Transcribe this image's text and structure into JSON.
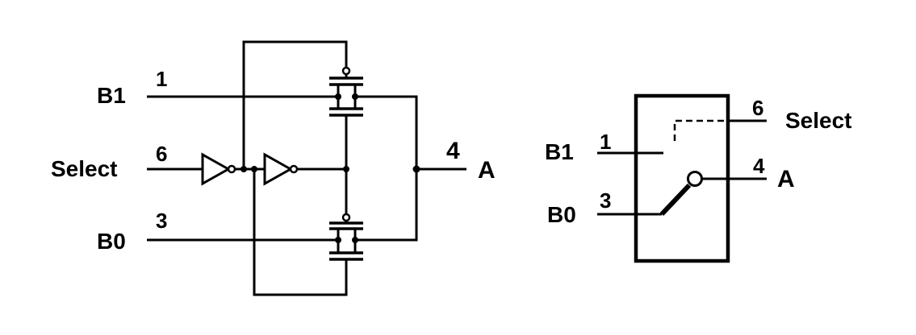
{
  "schematic": {
    "b1_label": "B1",
    "b1_pin": "1",
    "select_label": "Select",
    "select_pin": "6",
    "b0_label": "B0",
    "b0_pin": "3",
    "a_pin": "4",
    "a_label": "A"
  },
  "symbol": {
    "b1_label": "B1",
    "b1_pin": "1",
    "b0_label": "B0",
    "b0_pin": "3",
    "select_pin": "6",
    "select_label": "Select",
    "a_pin": "4",
    "a_label": "A"
  }
}
